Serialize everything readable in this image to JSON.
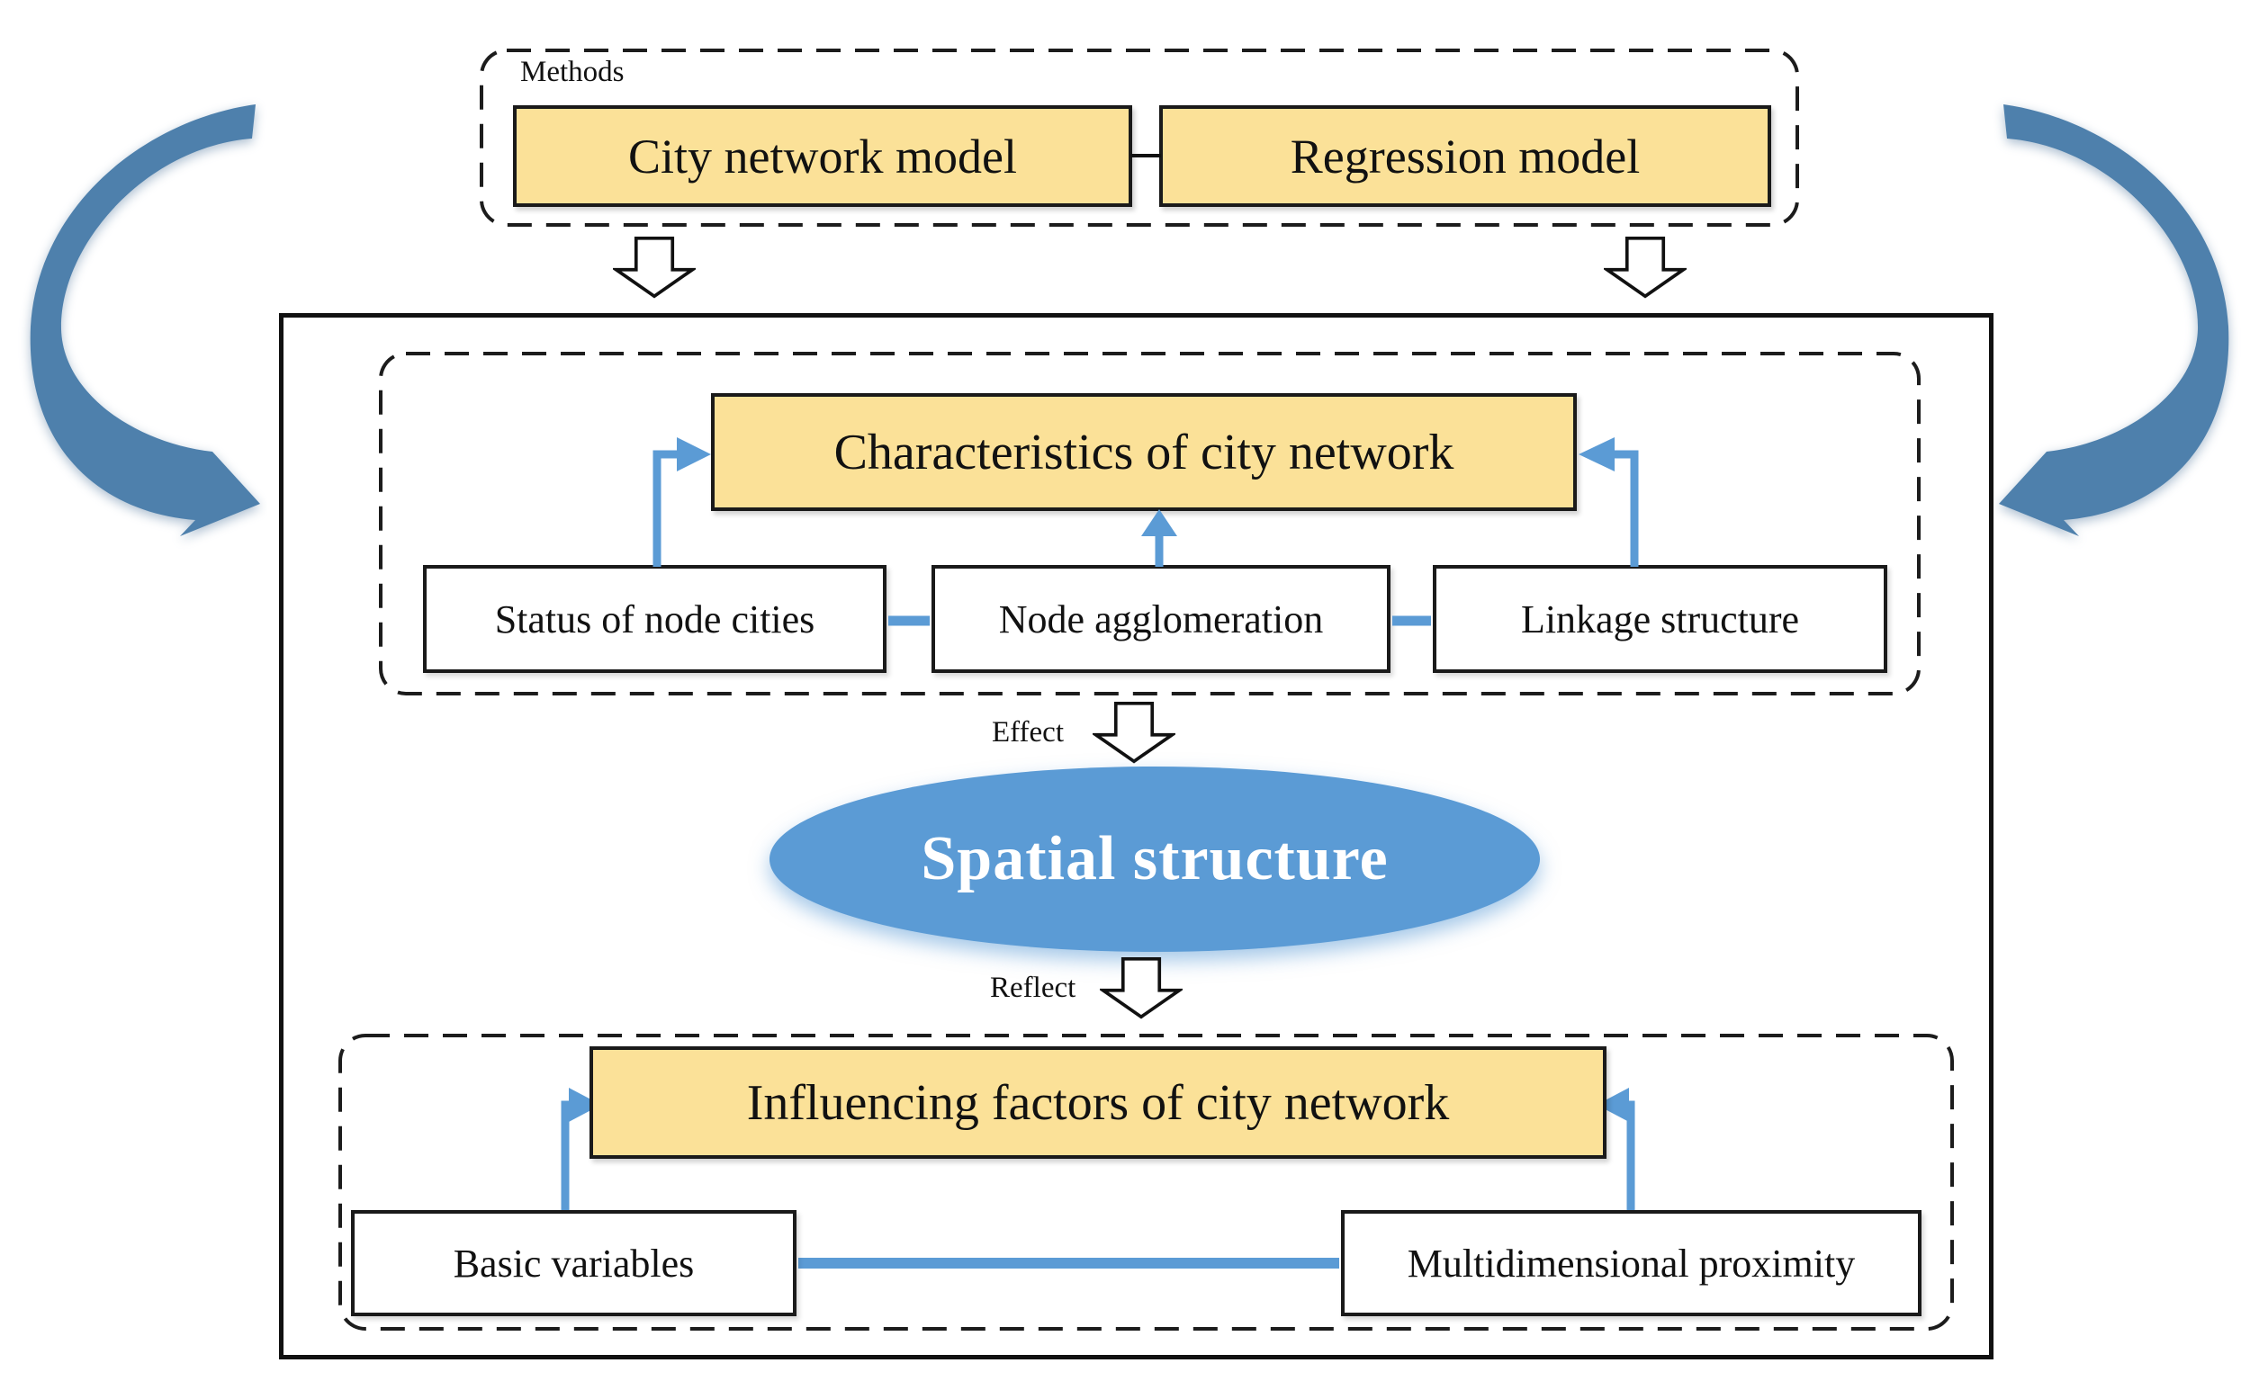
{
  "methods": {
    "label": "Methods",
    "models": [
      "City network model",
      "Regression model"
    ]
  },
  "characteristics": {
    "title": "Characteristics of city network",
    "items": [
      "Status of node cities",
      "Node agglomeration",
      "Linkage structure"
    ]
  },
  "flow": {
    "effect_label": "Effect",
    "spatial_label": "Spatial structure",
    "reflect_label": "Reflect"
  },
  "influencing": {
    "title": "Influencing factors of city network",
    "items": [
      "Basic variables",
      "Multidimensional proximity"
    ]
  },
  "colors": {
    "yellow_fill": "#FBE198",
    "connector_blue": "#5B9BD5",
    "curved_arrow_blue": "#4E80AC",
    "border_dark": "#1A1A1A",
    "ellipse_blue": "#5B9BD5"
  }
}
